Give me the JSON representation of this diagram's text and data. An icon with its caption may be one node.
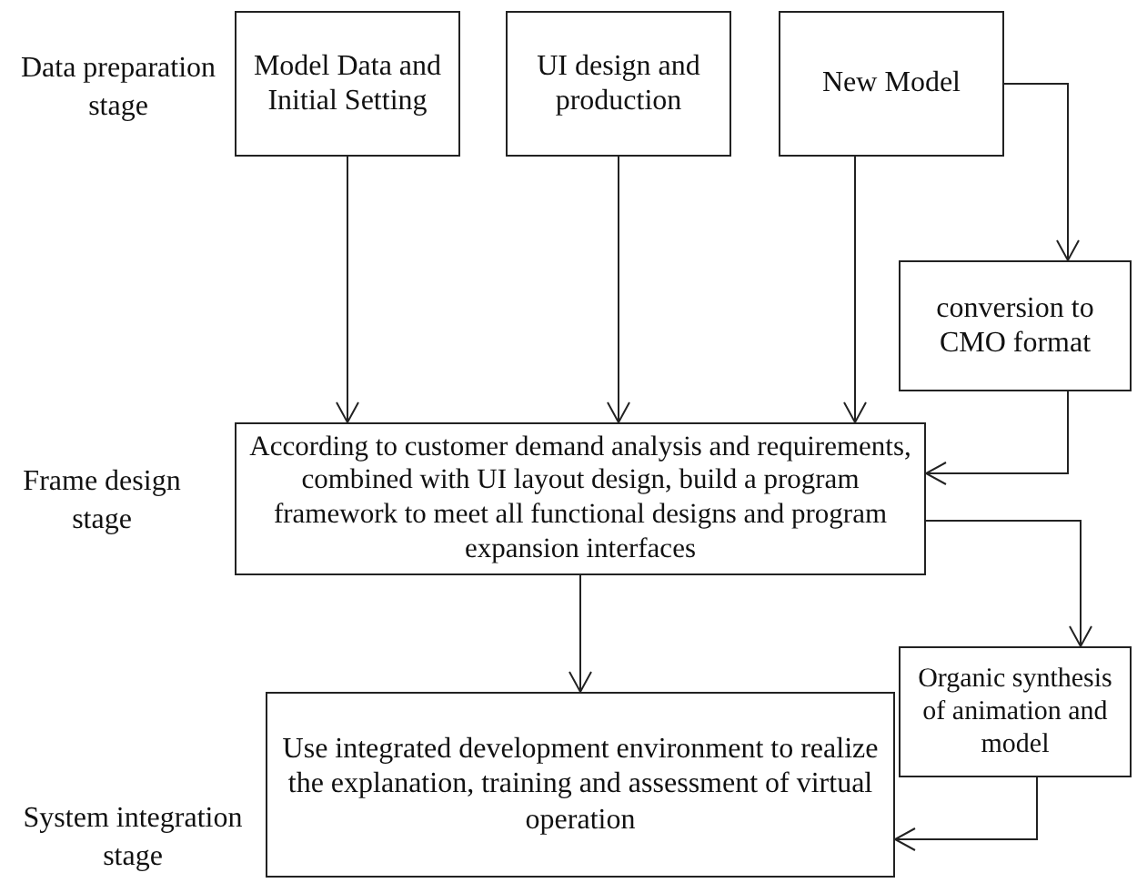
{
  "diagram": {
    "nodes": [
      {
        "text": [
          "Model Data and Initial Setting"
        ]
      },
      {
        "text": [
          "UI design and production"
        ]
      },
      {
        "text": [
          "New Model"
        ]
      },
      {
        "text": [
          "conversion to CMO format"
        ]
      },
      {
        "text": [
          "According to customer demand analysis and requirements, combined with UI layout design, build a program framework to meet all functional designs and program expansion interfaces"
        ]
      },
      {
        "text": [
          "Organic synthesis of animation and model"
        ]
      },
      {
        "text": [
          "Use integrated development environment to realize the explanation, training and assessment of virtual operation"
        ]
      }
    ],
    "edges": [
      {
        "from": 0,
        "to": 4,
        "arrow": "to"
      },
      {
        "from": 1,
        "to": 4,
        "arrow": "to"
      },
      {
        "from": 2,
        "to": 4,
        "arrow": "to"
      },
      {
        "from": 2,
        "to": 3,
        "arrow": "to"
      },
      {
        "from": 3,
        "to": 4,
        "arrow": "to"
      },
      {
        "from": 4,
        "to": 6,
        "arrow": "to"
      },
      {
        "from": 4,
        "to": 5,
        "arrow": "to"
      },
      {
        "from": 5,
        "to": 6,
        "arrow": "to"
      }
    ],
    "labels": [
      "Data preparation stage",
      "Frame design stage",
      "System integration stage"
    ]
  }
}
